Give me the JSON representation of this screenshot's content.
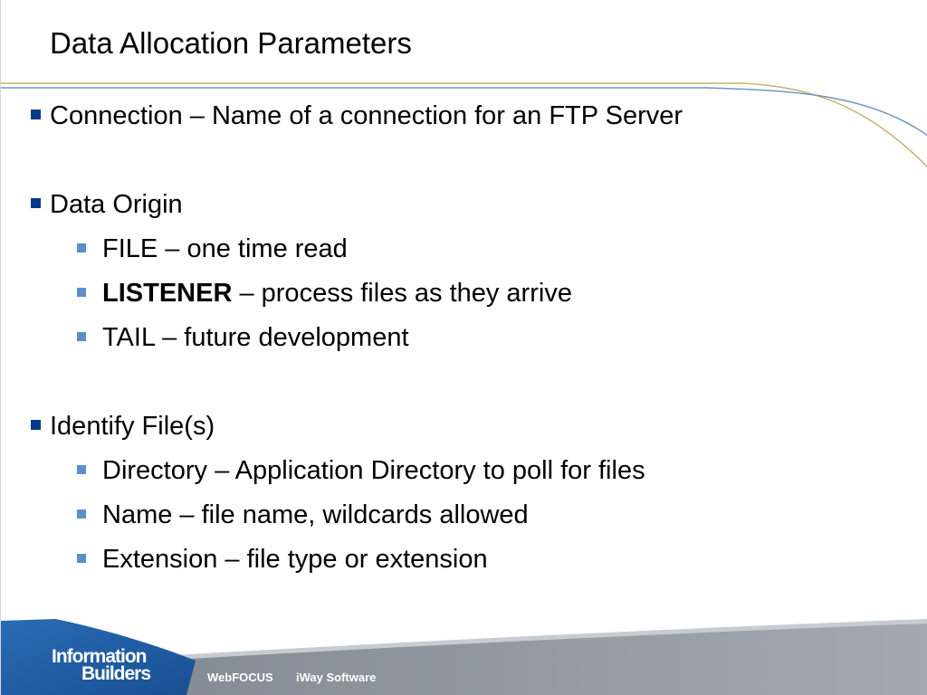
{
  "slide": {
    "title": "Data Allocation Parameters",
    "bullets": [
      {
        "text": "Connection – Name of a connection for an FTP Server"
      },
      {
        "text": "Data Origin",
        "sub": [
          {
            "text": "FILE – one time read"
          },
          {
            "bold": "LISTENER",
            "text": " – process files as they arrive"
          },
          {
            "text": "TAIL – future development"
          }
        ]
      },
      {
        "text": "Identify File(s)",
        "sub": [
          {
            "text": "Directory – Application Directory to poll for files"
          },
          {
            "text": "Name – file name, wildcards allowed"
          },
          {
            "text": "Extension – file type or extension"
          }
        ]
      }
    ]
  },
  "footer": {
    "logo_line1": "Information",
    "logo_line2": "Builders",
    "products": [
      "WebFOCUS",
      "iWay Software"
    ]
  },
  "colors": {
    "level1_bullet": "#003a8c",
    "level2_bullet": "#5c8fc9",
    "footer_blue": "#1f5fa8",
    "footer_gray": "#8a9199",
    "accent_gold": "#c9b26b",
    "accent_blue": "#6e98c4"
  }
}
